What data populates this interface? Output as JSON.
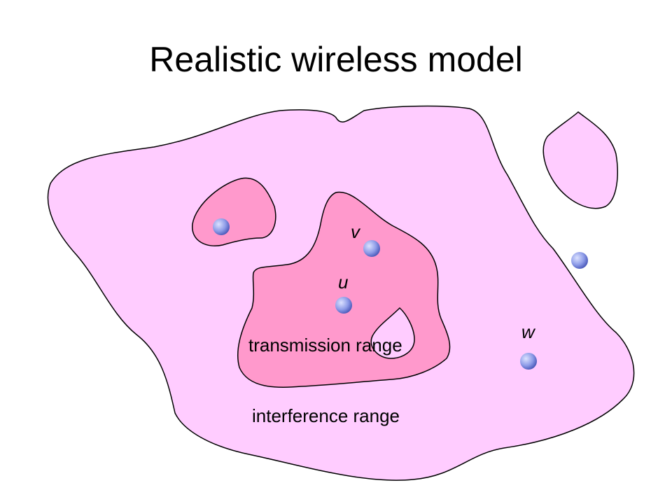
{
  "title": "Realistic wireless model",
  "labels": {
    "transmission_range": "transmission range",
    "interference_range": "interference range"
  },
  "nodes": {
    "v": "v",
    "u": "u",
    "w": "w"
  },
  "colors": {
    "interference_fill": "#FFCCFF",
    "transmission_fill": "#FF99CC",
    "outline": "#000000",
    "node_light": "#C8D0FF",
    "node_dark": "#4A5AC0"
  }
}
